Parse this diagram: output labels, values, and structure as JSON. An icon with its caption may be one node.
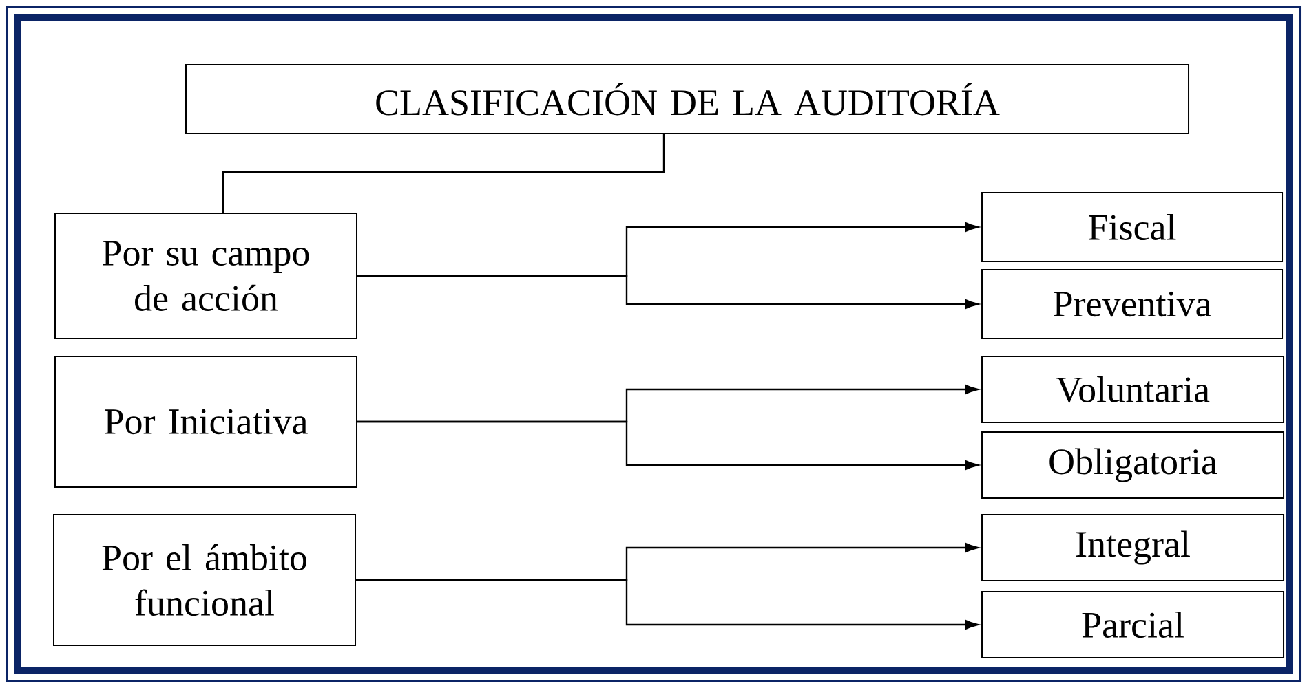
{
  "diagram": {
    "nodes": [
      {
        "text": [
          "CLASIFICACIÓN DE LA AUDITORÍA"
        ]
      },
      {
        "text": [
          "Por su campo de acción"
        ]
      },
      {
        "text": [
          "Fiscal"
        ]
      },
      {
        "text": [
          "Preventiva"
        ]
      },
      {
        "text": [
          "Por Iniciativa"
        ]
      },
      {
        "text": [
          "Voluntaria"
        ]
      },
      {
        "text": [
          "Obligatoria"
        ]
      },
      {
        "text": [
          "Por el ámbito funcional"
        ]
      },
      {
        "text": [
          "Integral"
        ]
      },
      {
        "text": [
          "Parcial"
        ]
      }
    ],
    "edges": [
      {
        "from": 0,
        "to": 1,
        "arrow": "none"
      },
      {
        "from": 1,
        "to": 2,
        "arrow": "to"
      },
      {
        "from": 1,
        "to": 3,
        "arrow": "to"
      },
      {
        "from": 4,
        "to": 5,
        "arrow": "to"
      },
      {
        "from": 4,
        "to": 6,
        "arrow": "to"
      },
      {
        "from": 7,
        "to": 8,
        "arrow": "to"
      },
      {
        "from": 7,
        "to": 9,
        "arrow": "to"
      }
    ]
  }
}
